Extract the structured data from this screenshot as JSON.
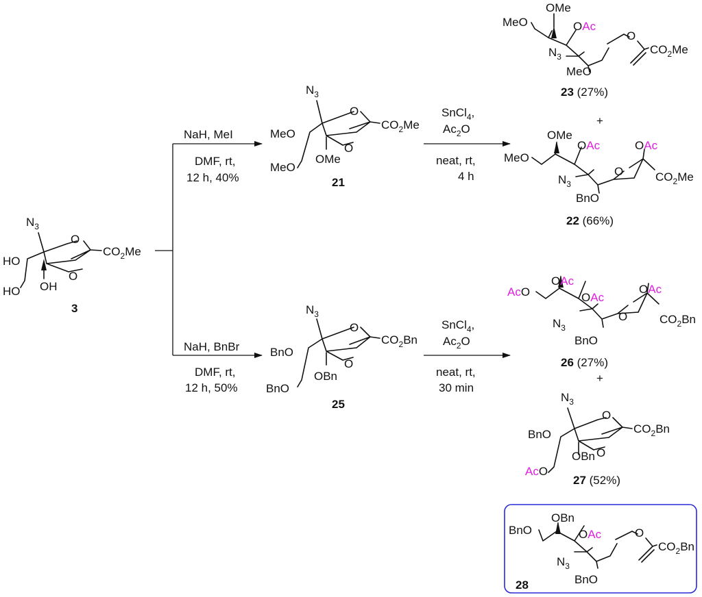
{
  "colors": {
    "highlight": "#e020e0",
    "box": "#2a2ad8",
    "ink": "#111111"
  },
  "labels": {
    "n3": "N",
    "n3_sub": "3",
    "o": "O",
    "co2me": "CO",
    "co2me_sub": "2",
    "co2me_tail": "Me",
    "co2bn": "CO",
    "co2bn_sub": "2",
    "co2bn_tail": "Bn",
    "ho": "HO",
    "oh": "OH",
    "meo": "MeO",
    "ome": "OMe",
    "bno": "BnO",
    "obn": "OBn",
    "oac": "OAc",
    "oac_o": "O",
    "oac_ac": "Ac",
    "aco_ac": "Ac",
    "aco_o": "O"
  },
  "compounds": {
    "c3": {
      "number": "3",
      "yield": ""
    },
    "c21": {
      "number": "21",
      "yield": ""
    },
    "c25": {
      "number": "25",
      "yield": ""
    },
    "c22": {
      "number": "22",
      "yield": " (66%)"
    },
    "c23": {
      "number": "23",
      "yield": " (27%)"
    },
    "c26": {
      "number": "26",
      "yield": " (27%)"
    },
    "c27": {
      "number": "27",
      "yield": " (52%)"
    },
    "c28": {
      "number": "28",
      "yield": ""
    }
  },
  "plus": "+",
  "reactions": {
    "r1": {
      "above": "NaH, MeI",
      "below1": "DMF, rt,",
      "below2": "12 h, 40%"
    },
    "r2": {
      "above": "NaH, BnBr",
      "below1": "DMF, rt,",
      "below2": "12 h, 50%"
    },
    "r3": {
      "above1": "SnCl",
      "above1_sub": "4",
      "above1_tail": ",",
      "above2": "Ac",
      "above2_sub": "2",
      "above2_tail": "O",
      "below1": "neat, rt,",
      "below2": "4 h"
    },
    "r4": {
      "above1": "SnCl",
      "above1_sub": "4",
      "above1_tail": ",",
      "above2": "Ac",
      "above2_sub": "2",
      "above2_tail": "O",
      "below1": "neat, rt,",
      "below2": "30 min"
    }
  }
}
